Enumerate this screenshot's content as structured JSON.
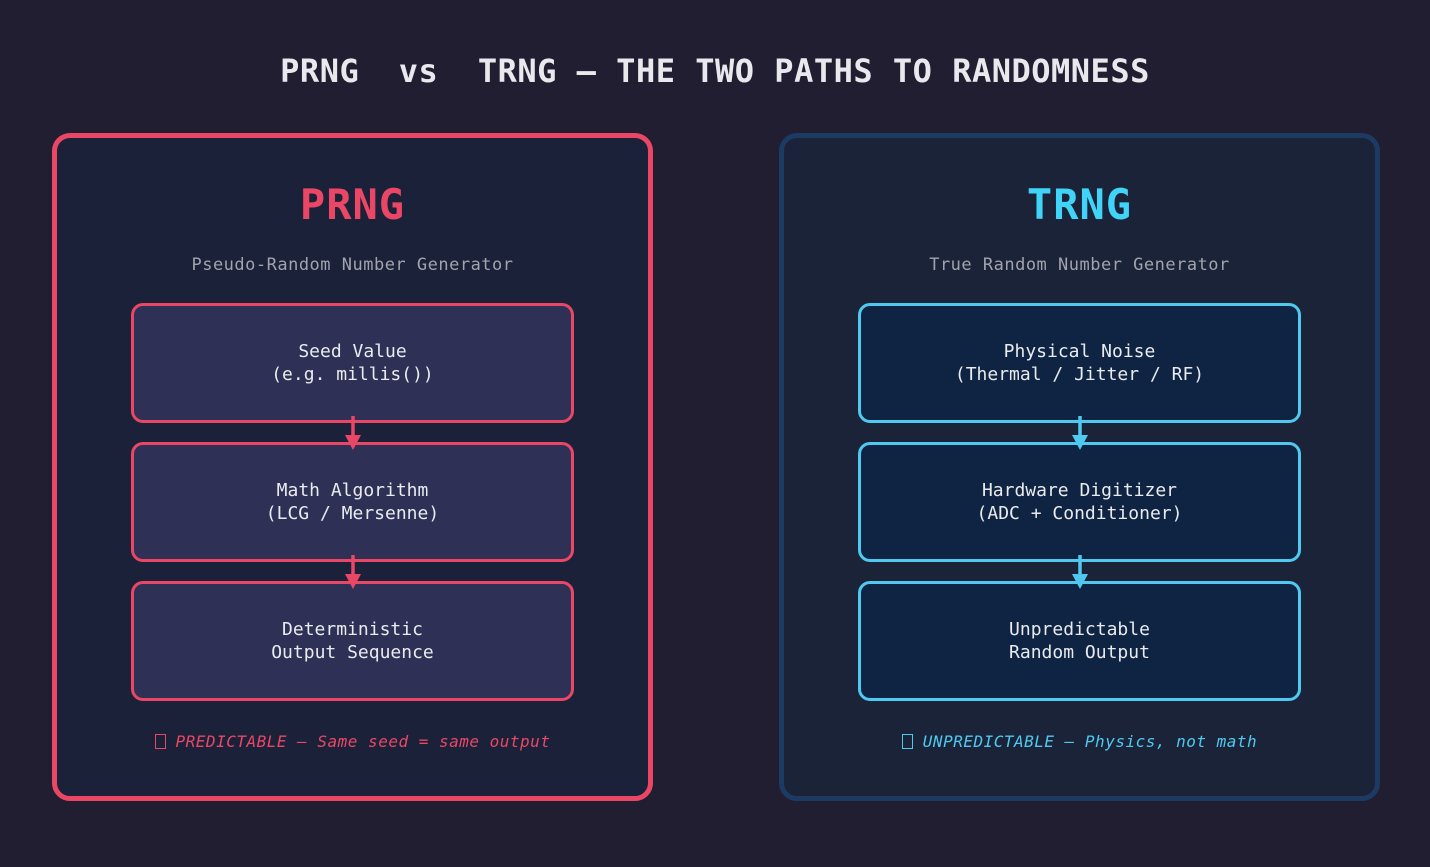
{
  "title": "PRNG  vs  TRNG — THE TWO PATHS TO RANDOMNESS",
  "colors": {
    "page_bg": "#211e31",
    "title_text": "#e9e9ed",
    "subtitle_text": "#a2a3ac",
    "box_text": "#e9ebee",
    "accent_pink": "#ea4766",
    "accent_cyan": "#4fc9ef",
    "accent_cyan_bright": "#41d4f9",
    "panel_prng_bg": "#1b2139",
    "panel_trng_bg": "#1b2339",
    "panel_trng_border": "#1d3a63",
    "step_prng_bg": "#2e3155",
    "step_trng_bg": "#0f2442"
  },
  "prng": {
    "heading": "PRNG",
    "subtitle": "Pseudo-Random Number Generator",
    "steps": [
      {
        "line1": "Seed Value",
        "line2": "(e.g. millis())"
      },
      {
        "line1": "Math Algorithm",
        "line2": "(LCG / Mersenne)"
      },
      {
        "line1": "Deterministic",
        "line2": "Output Sequence"
      }
    ],
    "footer": "PREDICTABLE — Same seed = same output"
  },
  "trng": {
    "heading": "TRNG",
    "subtitle": "True Random Number Generator",
    "steps": [
      {
        "line1": "Physical Noise",
        "line2": "(Thermal / Jitter / RF)"
      },
      {
        "line1": "Hardware Digitizer",
        "line2": "(ADC + Conditioner)"
      },
      {
        "line1": "Unpredictable",
        "line2": "Random Output"
      }
    ],
    "footer": "UNPREDICTABLE — Physics, not math"
  }
}
